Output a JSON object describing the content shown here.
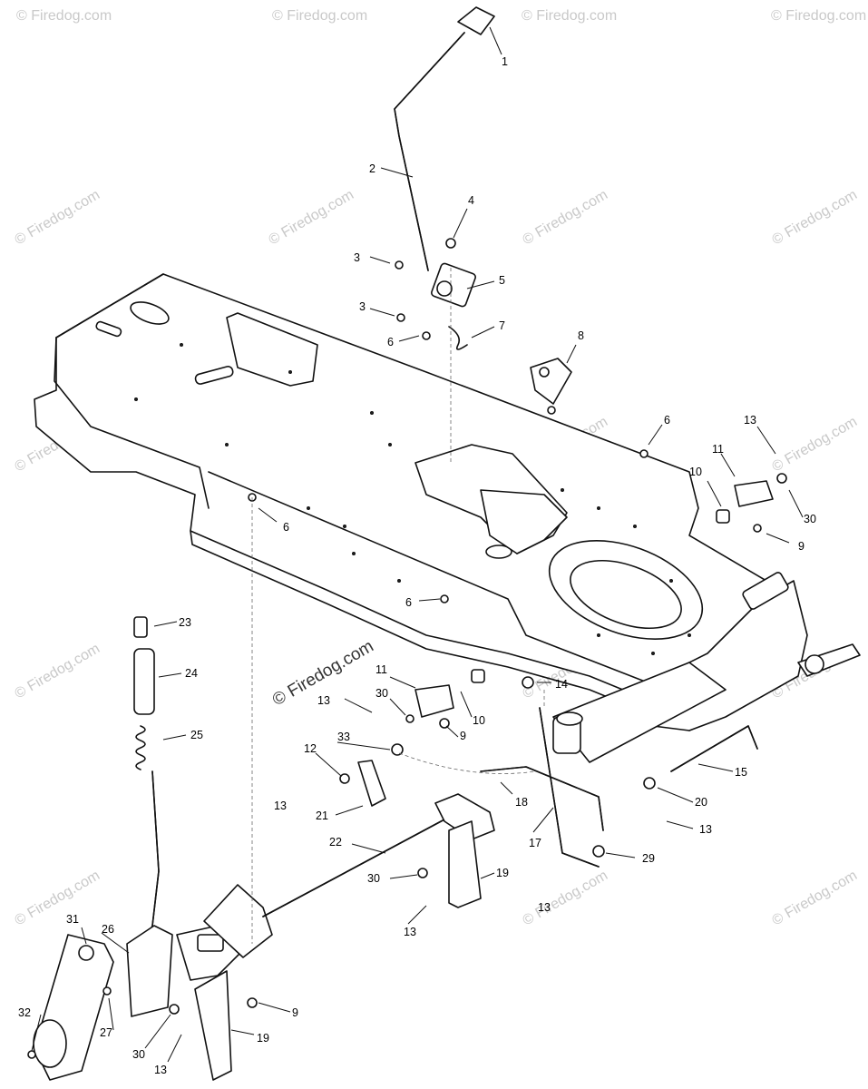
{
  "watermark": {
    "text": "© Firedog.com"
  },
  "callouts": [
    {
      "id": "c1",
      "label": "1"
    },
    {
      "id": "c2",
      "label": "2"
    },
    {
      "id": "c3a",
      "label": "3"
    },
    {
      "id": "c3b",
      "label": "3"
    },
    {
      "id": "c4",
      "label": "4"
    },
    {
      "id": "c5",
      "label": "5"
    },
    {
      "id": "c6a",
      "label": "6"
    },
    {
      "id": "c6b",
      "label": "6"
    },
    {
      "id": "c6c",
      "label": "6"
    },
    {
      "id": "c6d",
      "label": "6"
    },
    {
      "id": "c7",
      "label": "7"
    },
    {
      "id": "c8",
      "label": "8"
    },
    {
      "id": "c9a",
      "label": "9"
    },
    {
      "id": "c9b",
      "label": "9"
    },
    {
      "id": "c9c",
      "label": "9"
    },
    {
      "id": "c10a",
      "label": "10"
    },
    {
      "id": "c10b",
      "label": "10"
    },
    {
      "id": "c11a",
      "label": "11"
    },
    {
      "id": "c11b",
      "label": "11"
    },
    {
      "id": "c12",
      "label": "12"
    },
    {
      "id": "c13a",
      "label": "13"
    },
    {
      "id": "c13b",
      "label": "13"
    },
    {
      "id": "c13c",
      "label": "13"
    },
    {
      "id": "c13d",
      "label": "13"
    },
    {
      "id": "c13e",
      "label": "13"
    },
    {
      "id": "c13f",
      "label": "13"
    },
    {
      "id": "c13g",
      "label": "13"
    },
    {
      "id": "c14",
      "label": "14"
    },
    {
      "id": "c15",
      "label": "15"
    },
    {
      "id": "c17",
      "label": "17"
    },
    {
      "id": "c18",
      "label": "18"
    },
    {
      "id": "c19a",
      "label": "19"
    },
    {
      "id": "c19b",
      "label": "19"
    },
    {
      "id": "c20",
      "label": "20"
    },
    {
      "id": "c21",
      "label": "21"
    },
    {
      "id": "c22",
      "label": "22"
    },
    {
      "id": "c23",
      "label": "23"
    },
    {
      "id": "c24",
      "label": "24"
    },
    {
      "id": "c25",
      "label": "25"
    },
    {
      "id": "c26",
      "label": "26"
    },
    {
      "id": "c27",
      "label": "27"
    },
    {
      "id": "c29",
      "label": "29"
    },
    {
      "id": "c30a",
      "label": "30"
    },
    {
      "id": "c30b",
      "label": "30"
    },
    {
      "id": "c30c",
      "label": "30"
    },
    {
      "id": "c30d",
      "label": "30"
    },
    {
      "id": "c31",
      "label": "31"
    },
    {
      "id": "c32",
      "label": "32"
    },
    {
      "id": "c33",
      "label": "33"
    }
  ]
}
